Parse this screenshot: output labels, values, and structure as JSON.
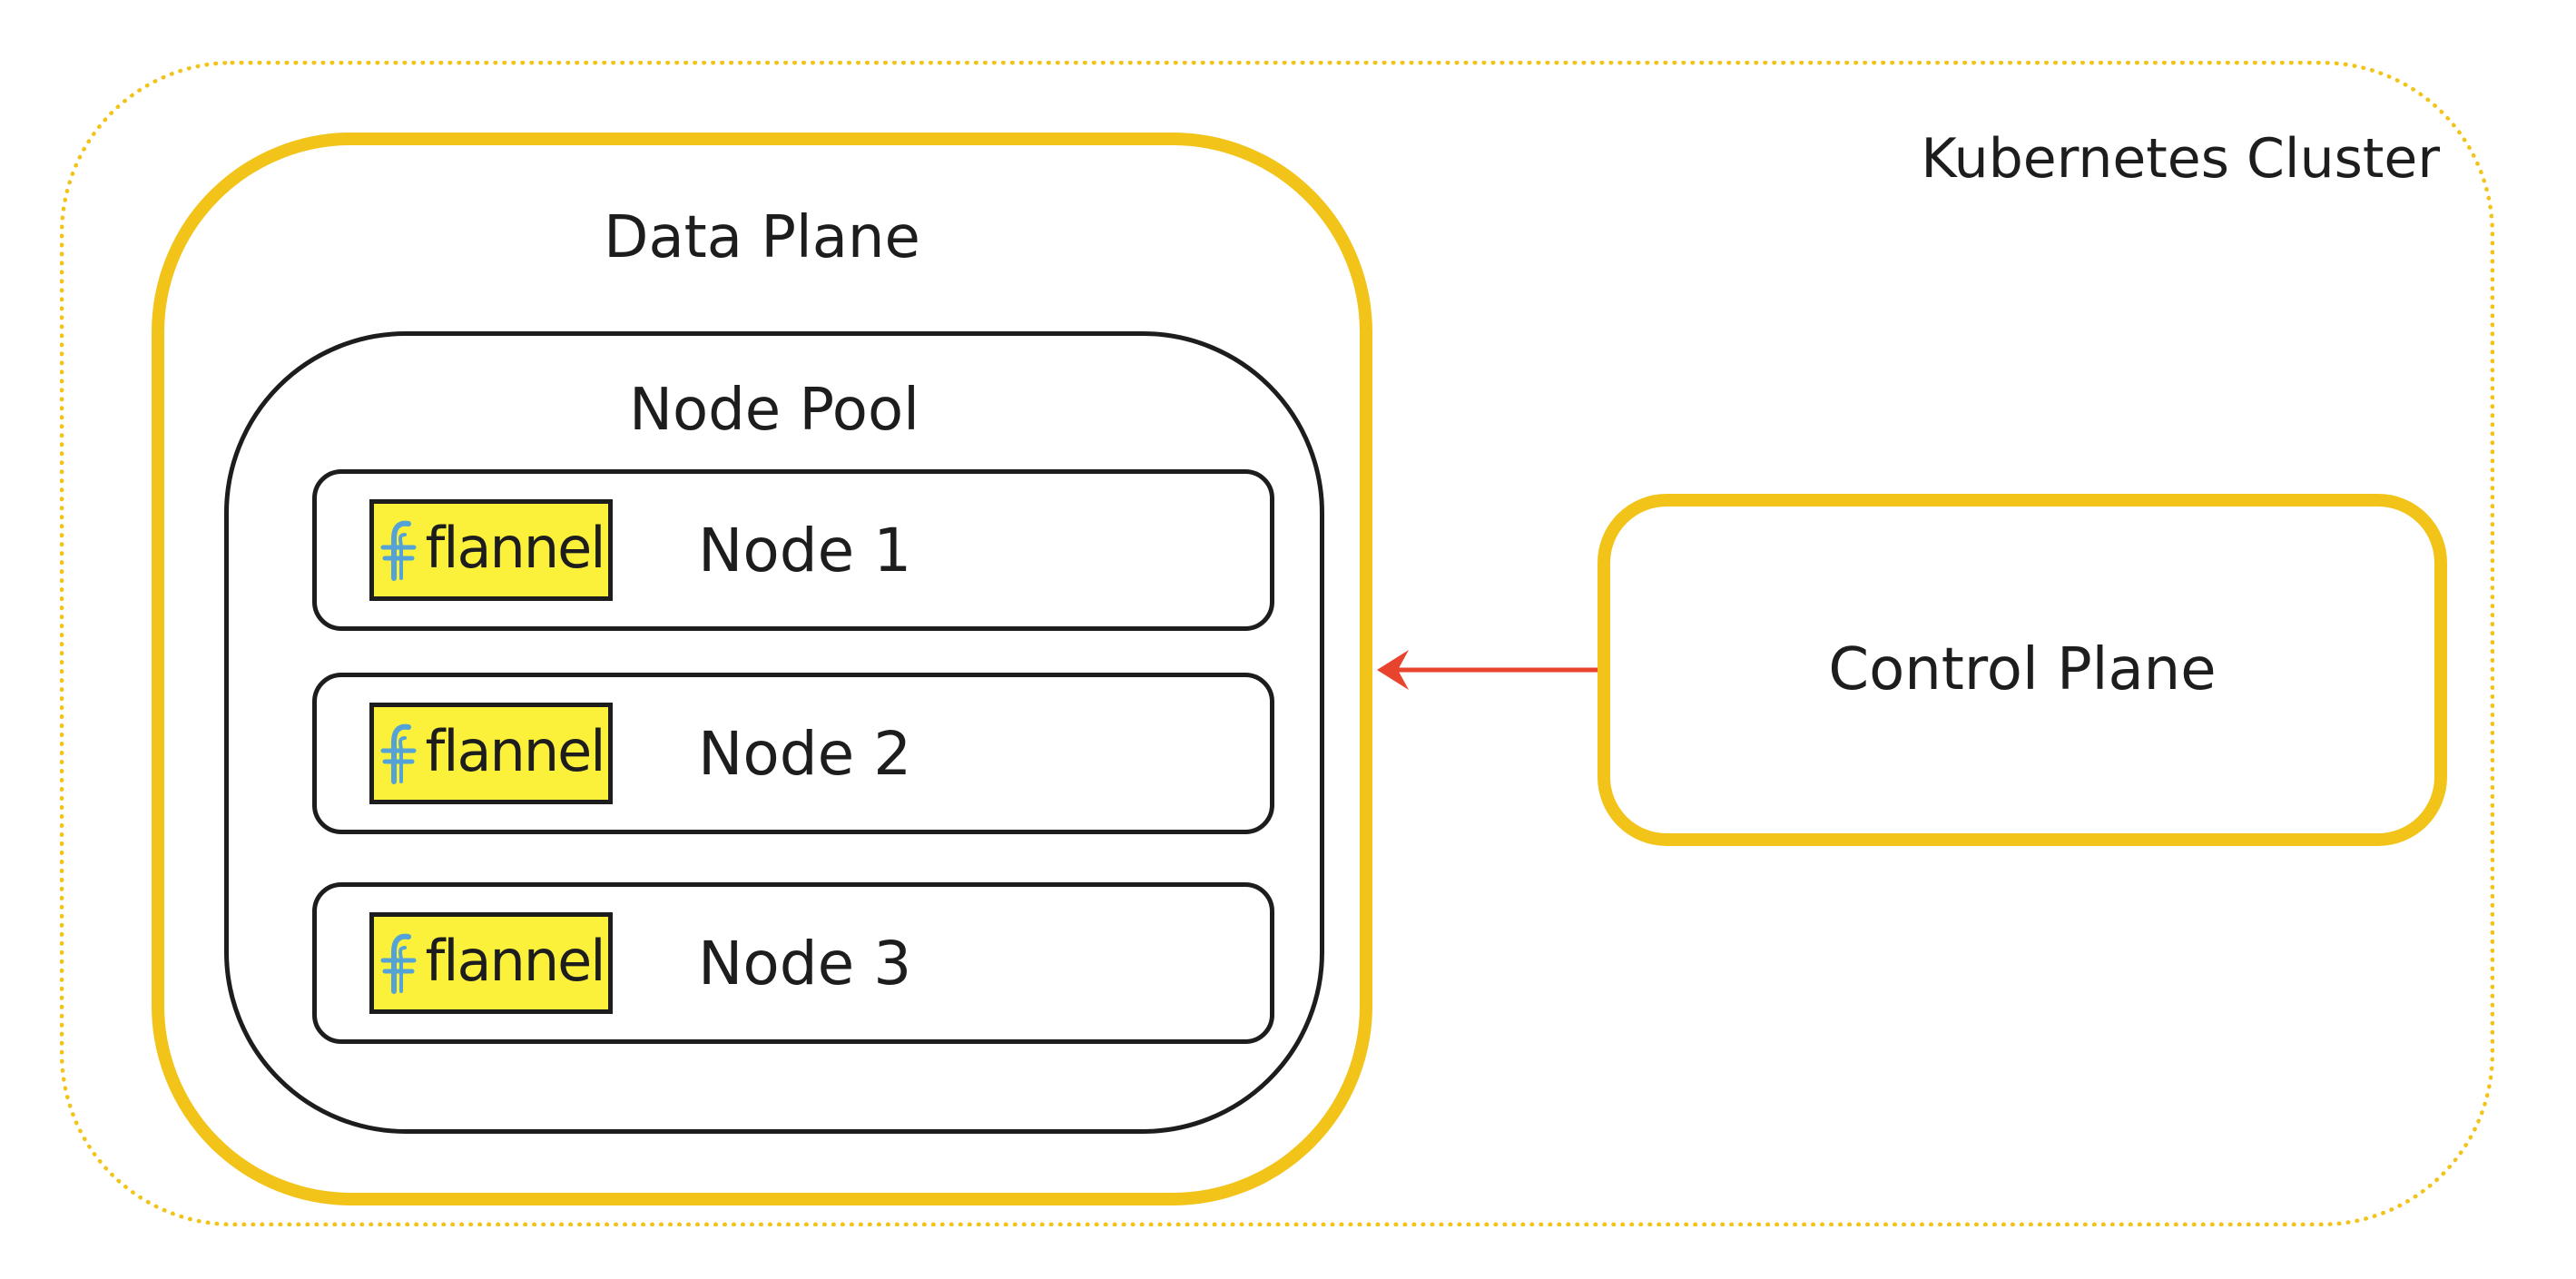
{
  "cluster": {
    "title": "Kubernetes Cluster"
  },
  "data_plane": {
    "title": "Data Plane",
    "node_pool": {
      "title": "Node Pool",
      "nodes": [
        {
          "label": "Node 1",
          "logo_text": "flannel"
        },
        {
          "label": "Node 2",
          "logo_text": "flannel"
        },
        {
          "label": "Node 3",
          "logo_text": "flannel"
        }
      ]
    }
  },
  "control_plane": {
    "title": "Control Plane"
  },
  "colors": {
    "accent_yellow": "#f2c318",
    "logo_background": "#fbf13b",
    "arrow": "#e8432c",
    "flannel_mark": "#55a3d6"
  },
  "icons": [
    "flannel-icon",
    "arrow-icon"
  ]
}
